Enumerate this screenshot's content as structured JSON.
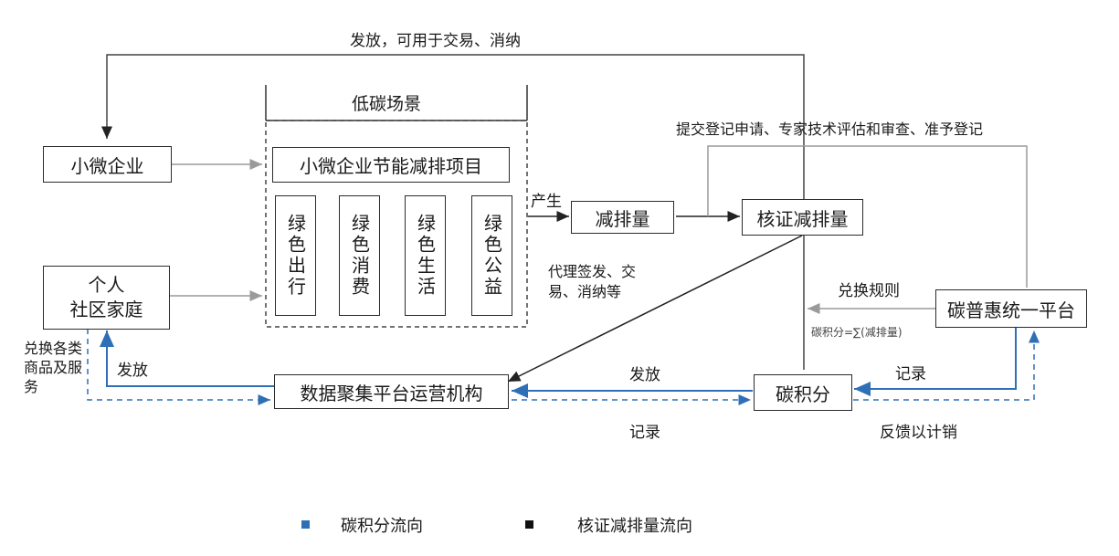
{
  "top_label": "发放，可用于交易、消纳",
  "scene_title": "低碳场景",
  "project_box": "小微企业节能减排项目",
  "green_items": [
    "绿色出行",
    "绿色消费",
    "绿色生活",
    "绿色公益"
  ],
  "nodes": {
    "small_enterprise": "小微企业",
    "individual": "个人\n社区家庭",
    "emission_reduction": "减排量",
    "verified_reduction": "核证减排量",
    "platform": "碳普惠统一平台",
    "data_agency": "数据聚集平台运营机构",
    "carbon_points": "碳积分"
  },
  "edge_labels": {
    "produce": "产生",
    "submit": "提交登记申请、专家技术评估和审查、准予登记",
    "agency_service": "代理签发、交易、消纳等",
    "exchange_rule": "兑换规则",
    "carbon_calc": "碳积分=∑(减排量)",
    "issue_right": "发放",
    "record_right": "记录",
    "feedback": "反馈以计销",
    "issue_left": "发放",
    "record_bottom": "记录",
    "redeem": "兑换各类商品及服务"
  },
  "legend": {
    "carbon_points_flow": {
      "label": "碳积分流向",
      "color": "#2e6fb5"
    },
    "verified_flow": {
      "label": "核证减排量流向",
      "color": "#111111"
    }
  }
}
